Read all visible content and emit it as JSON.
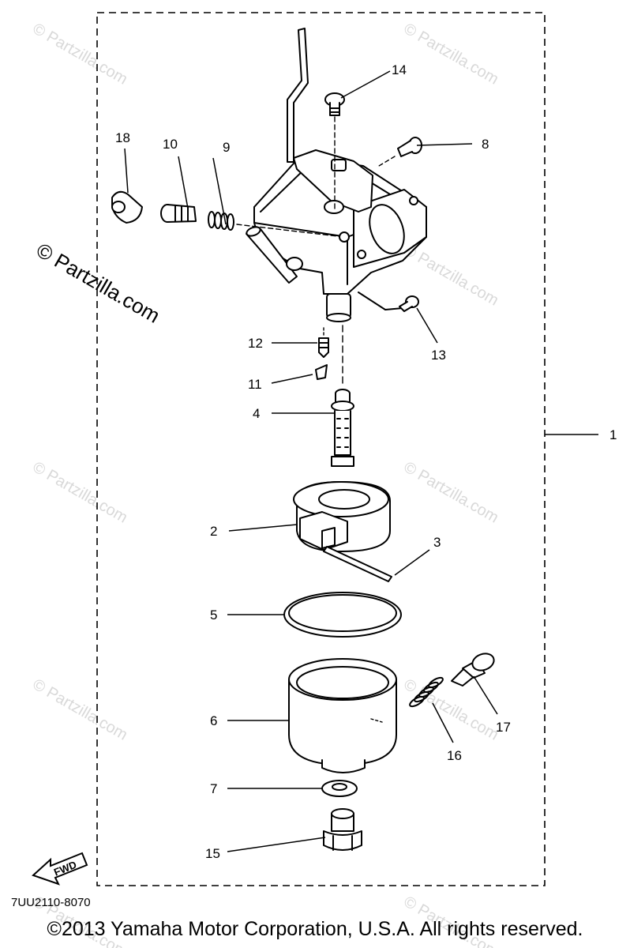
{
  "watermarks": {
    "small": "© Partzilla.com",
    "large": "© Partzilla.com"
  },
  "direction_marker": "FWD",
  "callouts": {
    "p1": "1",
    "p2": "2",
    "p3": "3",
    "p4": "4",
    "p5": "5",
    "p6": "6",
    "p7": "7",
    "p8": "8",
    "p9": "9",
    "p10": "10",
    "p11": "11",
    "p12": "12",
    "p13": "13",
    "p14": "14",
    "p15": "15",
    "p16": "16",
    "p17": "17",
    "p18": "18"
  },
  "diagram_code": "7UU2110-8070",
  "copyright": "©2013  Yamaha Motor Corporation, U.S.A. All rights reserved."
}
